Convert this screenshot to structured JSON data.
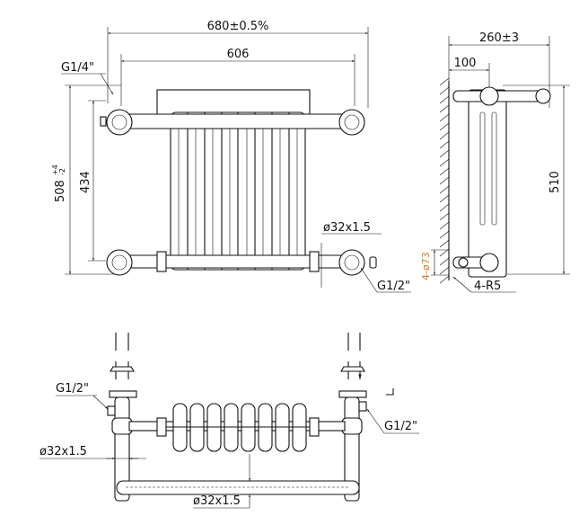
{
  "front_view": {
    "width_overall": "680±0.5%",
    "width_centers": "606",
    "height_overall": "508",
    "height_tolerance_plus": "+4",
    "height_tolerance_minus": "-2",
    "height_centers": "434",
    "vent_thread": "G1/4\"",
    "pipe_size": "ø32x1.5",
    "inlet_thread": "G1/2\""
  },
  "side_view": {
    "depth_overall": "260±3",
    "wall_to_center": "100",
    "height": "510",
    "bracket_dia": "4-ø73",
    "radius": "4-R5"
  },
  "top_view": {
    "left_thread": "G1/2\"",
    "right_thread": "G1/2\"",
    "vertical_pipe": "ø32x1.5",
    "bottom_bar_pipe": "ø32x1.5"
  },
  "colors": {
    "line": "#111111",
    "accent": "#d08030"
  }
}
